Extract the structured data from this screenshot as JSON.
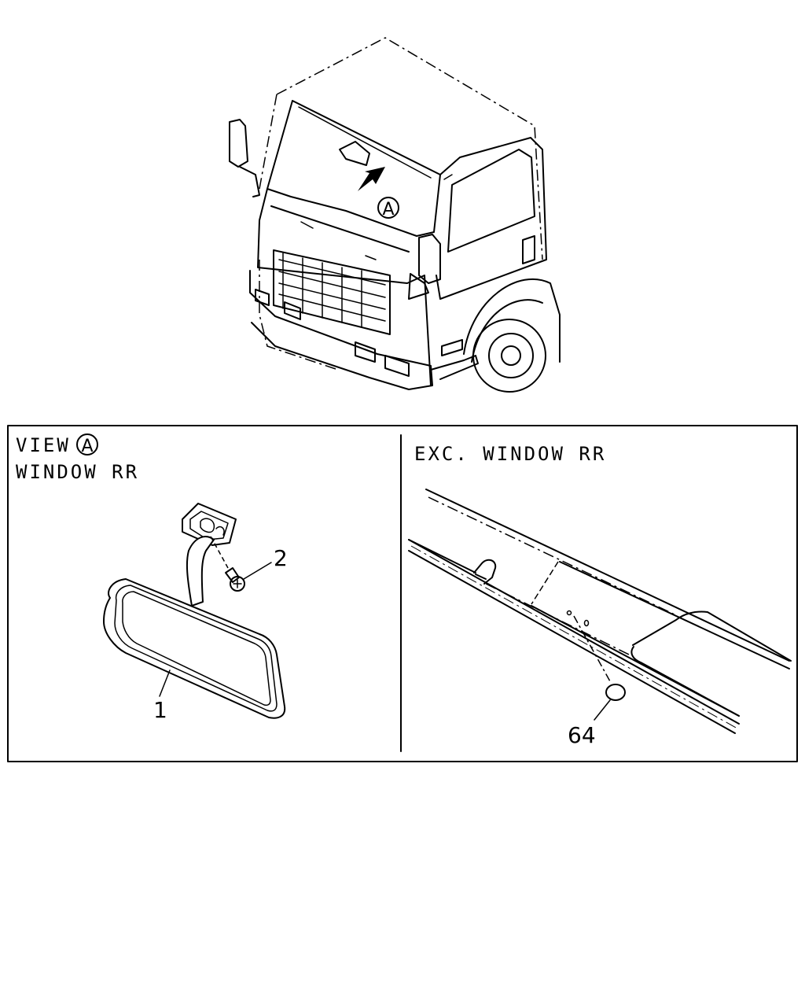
{
  "overview": {
    "view_marker": "A"
  },
  "left_panel": {
    "title_prefix": "VIEW",
    "title_marker": "A",
    "subtitle": "WINDOW RR",
    "callouts": {
      "mirror": "1",
      "screw": "2"
    }
  },
  "right_panel": {
    "title": "EXC. WINDOW RR",
    "callouts": {
      "plug": "64"
    }
  }
}
